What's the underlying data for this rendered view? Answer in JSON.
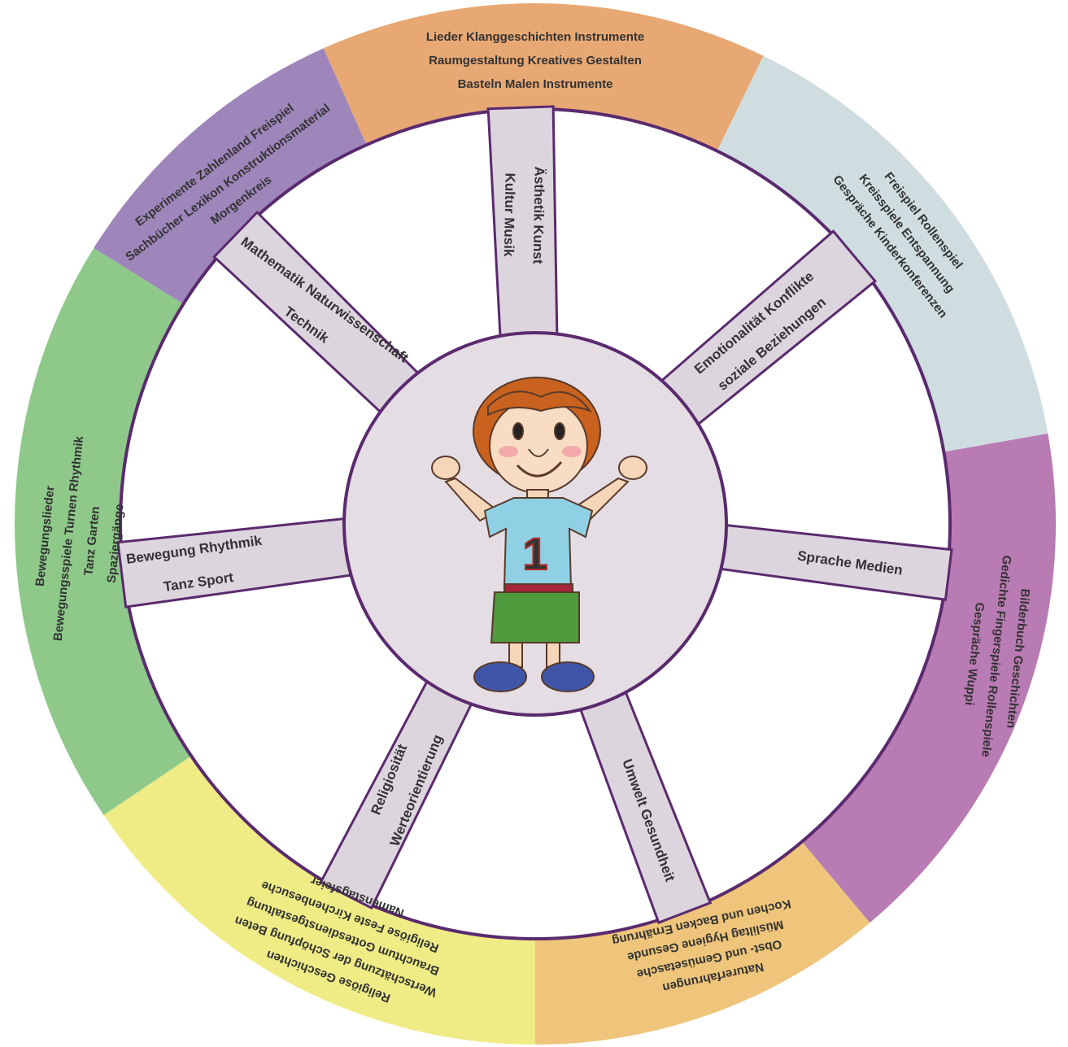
{
  "colors": {
    "ring_border": "#5a2a6e",
    "inner_fill": "#ffffff",
    "spoke_fill": "#ddd5dd",
    "hub_fill": "#e4dde4",
    "text": "#333333"
  },
  "sectors": [
    {
      "id": "aesthetik",
      "color": "#e8a874",
      "lines": [
        "Lieder  Klanggeschichten  Instrumente",
        "Raumgestaltung  Kreatives Gestalten",
        "Basteln Malen Instrumente"
      ]
    },
    {
      "id": "emotional",
      "color": "#cfdde0",
      "lines": [
        "Freispiel  Rollenspiel",
        "Kreisspiele  Entspannung",
        "Gespräche  Kinderkonferenzen"
      ]
    },
    {
      "id": "sprache",
      "color": "#b97bb4",
      "lines": [
        "Bilderbuch  Geschichten",
        "Gedichte  Fingerspiele  Rollenspiele",
        "Gespräche  Wuppi"
      ]
    },
    {
      "id": "umwelt",
      "color": "#eec57a",
      "lines": [
        "Naturerfahrungen",
        "Obst- und Gemüsetasche",
        "Müsliltag  Hygiene  Gesunde",
        "Kochen und Backen  Ernährung"
      ]
    },
    {
      "id": "religion",
      "color": "#efec86",
      "lines": [
        "Religiöse Geschichten",
        "Wertschätzung der Schöpfung  Beten",
        "Brauchtum  Gottesdienstgestaltung",
        "Religiöse Feste  Kirchenbesuche",
        "Namenstagsfeier"
      ]
    },
    {
      "id": "bewegung",
      "color": "#8ec98a",
      "lines": [
        "Bewegungslieder",
        "Bewegungsspiele  Turnen  Rhythmik",
        "Tanz  Garten",
        "Spaziergänge"
      ]
    },
    {
      "id": "mathematik",
      "color": "#9e86bb",
      "lines": [
        "Experimente  Zahlenland  Freispiel",
        "Sachbücher  Lexikon  Konstruktionsmaterial",
        "Morgenkreis"
      ]
    }
  ],
  "spokes": [
    {
      "id": "aesthetik",
      "lines": [
        "Ästhetik  Kunst",
        "Kultur  Musik"
      ]
    },
    {
      "id": "emotional",
      "lines": [
        "Emotionalität  Konflikte",
        "soziale Beziehungen"
      ]
    },
    {
      "id": "sprache",
      "lines": [
        "Sprache  Medien"
      ]
    },
    {
      "id": "umwelt",
      "lines": [
        "Umwelt  Gesundheit"
      ]
    },
    {
      "id": "religion",
      "lines": [
        "Religiosität",
        "Werteorientierung"
      ]
    },
    {
      "id": "bewegung",
      "lines": [
        "Bewegung  Rhythmik",
        "Tanz  Sport"
      ]
    },
    {
      "id": "mathematik",
      "lines": [
        "Mathematik  Naturwissenschaft",
        "Technik"
      ]
    }
  ],
  "child": {
    "shirt_number": "1",
    "hair_color": "#c8621e",
    "shirt_color": "#8fd0e4",
    "shorts_color": "#4e9a3c",
    "shoe_color": "#3f55a8"
  }
}
